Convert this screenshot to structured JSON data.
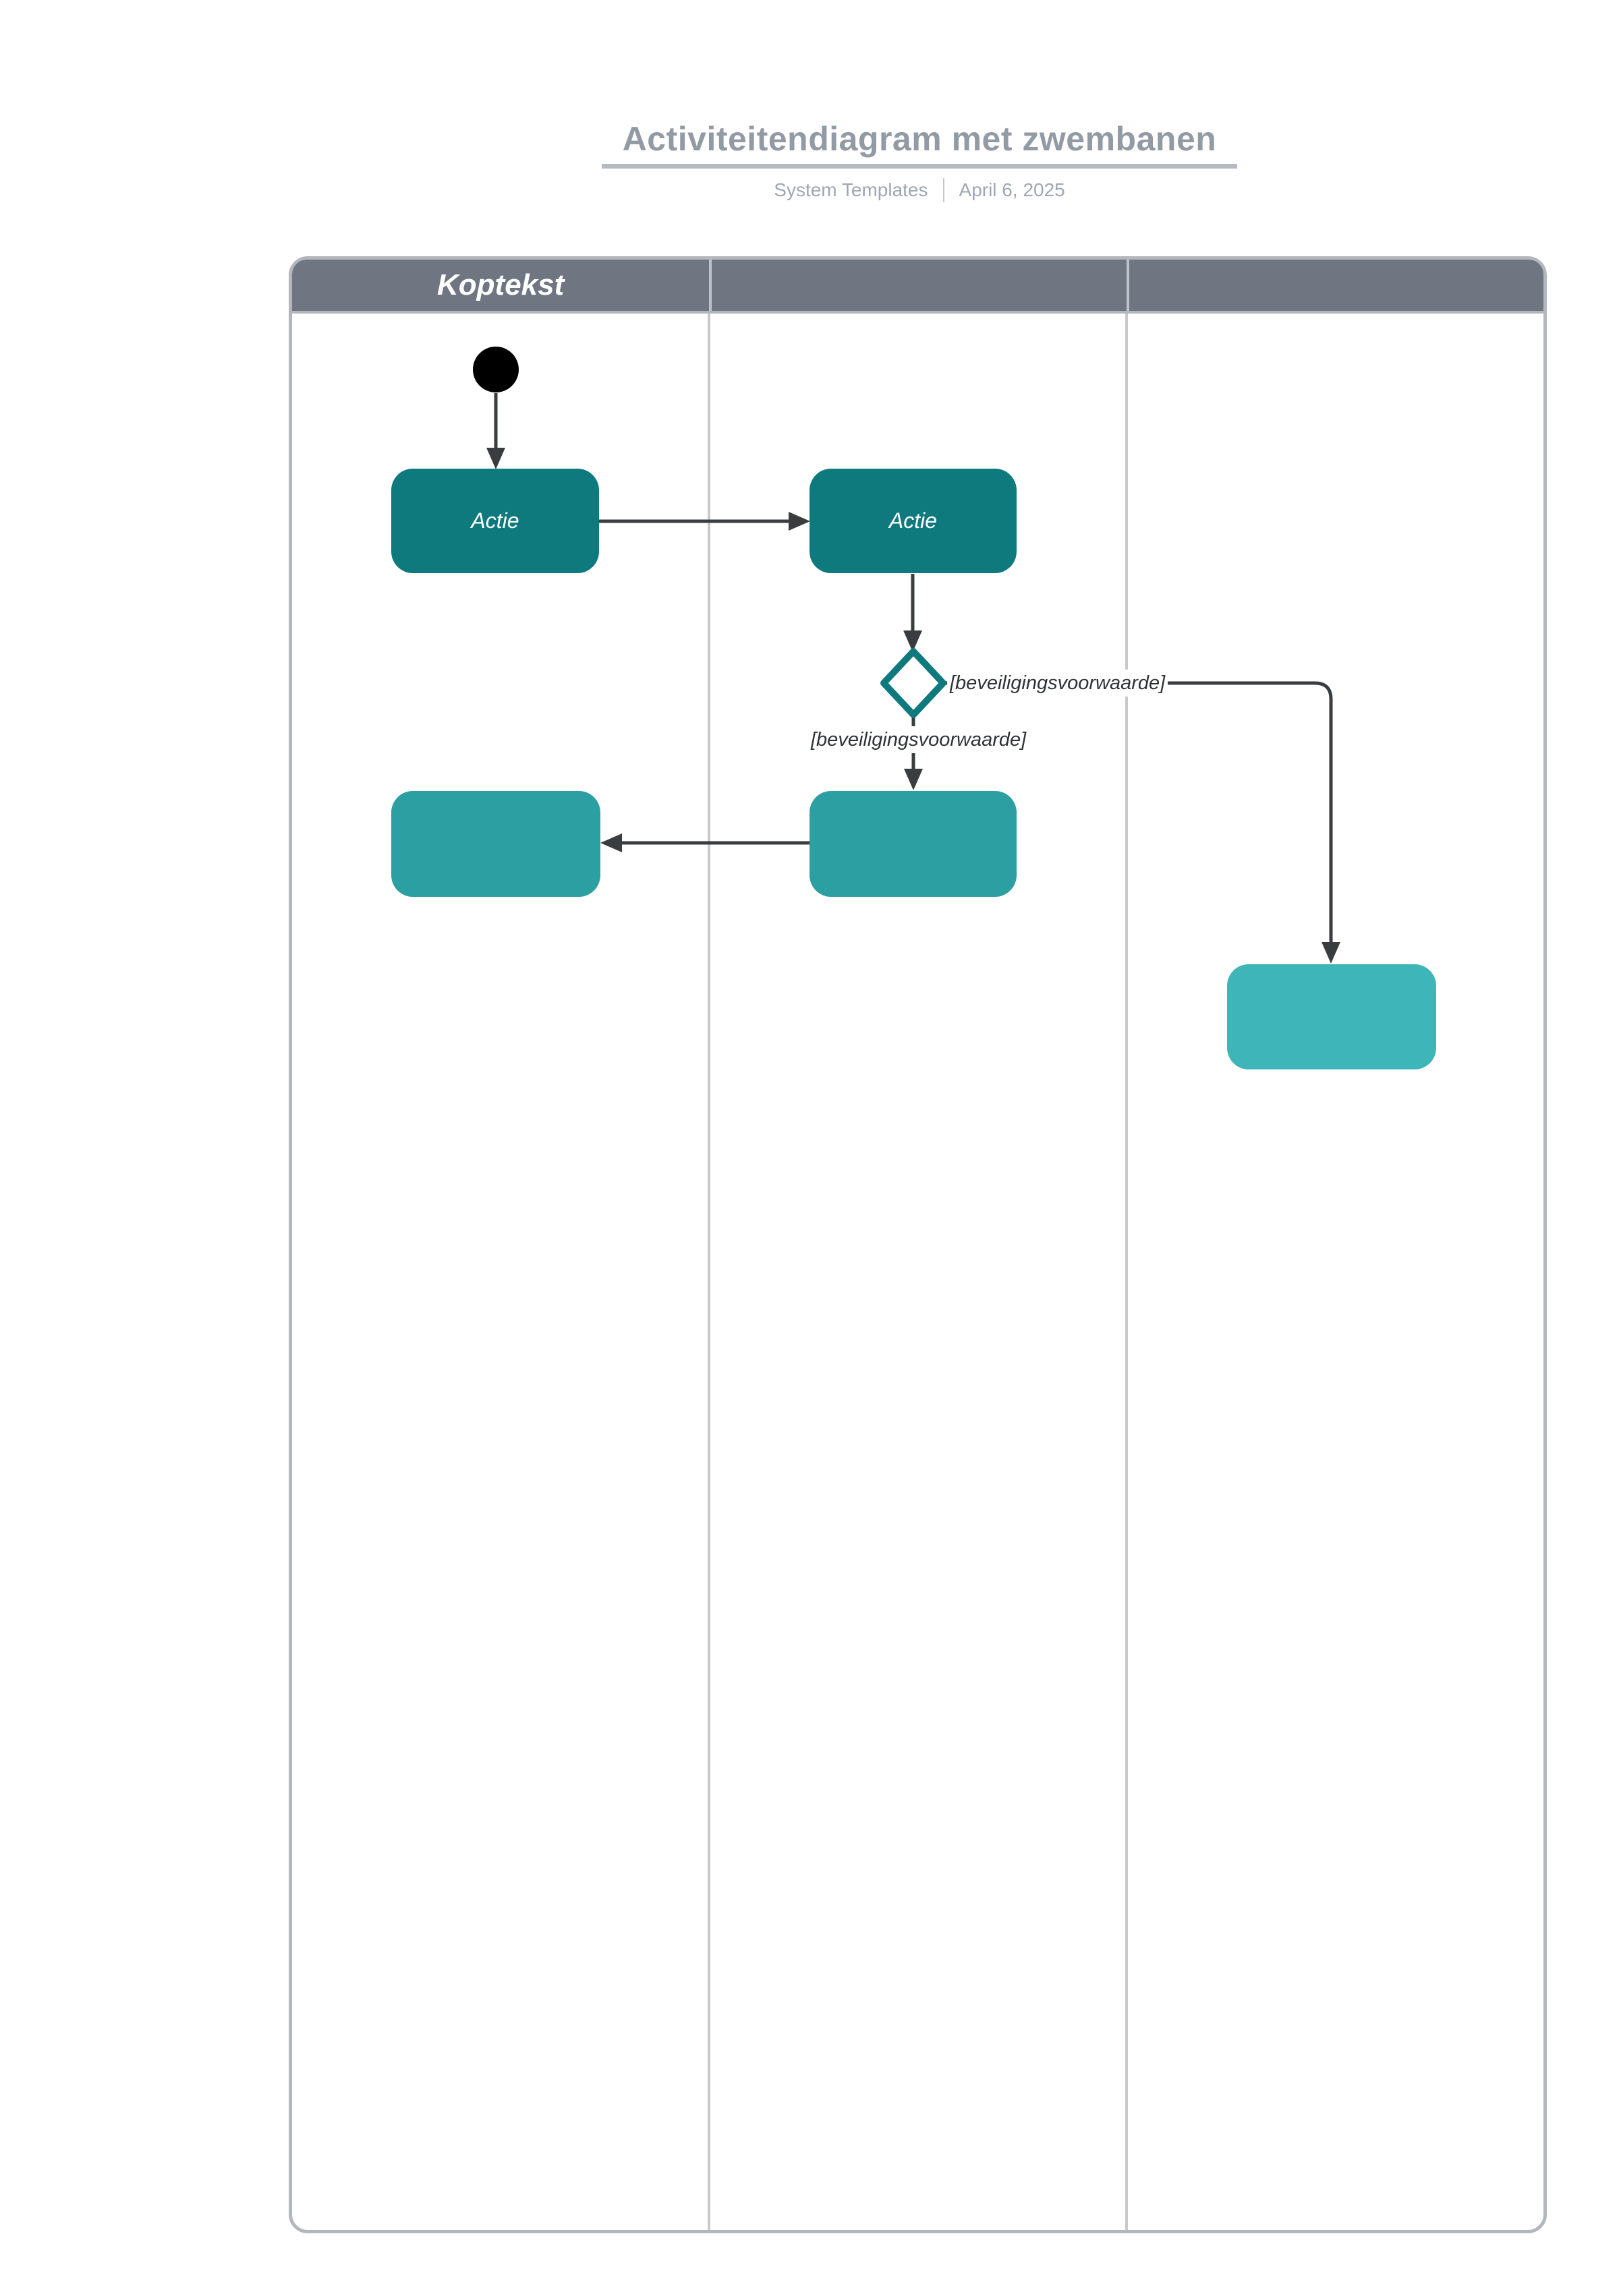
{
  "page": {
    "title": "Activiteitendiagram met zwembanen",
    "subtitle_source": "System Templates",
    "subtitle_date": "April 6, 2025"
  },
  "swimlanes": {
    "header_label": "Koptekst",
    "lane_count": 3
  },
  "diagram": {
    "start_node": "start",
    "actions": [
      {
        "id": "action-1",
        "label": "Actie",
        "lane": 1,
        "variant": "dark"
      },
      {
        "id": "action-2",
        "label": "Actie",
        "lane": 2,
        "variant": "dark"
      },
      {
        "id": "action-3",
        "label": "",
        "lane": 2,
        "variant": "medium"
      },
      {
        "id": "action-4",
        "label": "",
        "lane": 1,
        "variant": "medium"
      },
      {
        "id": "action-5",
        "label": "",
        "lane": 3,
        "variant": "light"
      }
    ],
    "guards": {
      "right": "[beveiligingsvoorwaarde]",
      "down": "[beveiligingsvoorwaarde]"
    }
  },
  "colors": {
    "action-dark": "#0f7a7e",
    "action-medium": "#2b9fa1",
    "action-light": "#3eb5b8",
    "header-fill": "#6f7681",
    "header-text": "#ffffff",
    "header-divider": "#bfc3c8",
    "table-border": "#b3b7bc",
    "lane-divider": "#c7cacd",
    "connector": "#3a3d40",
    "start-node": "#000000",
    "title-text": "#929aa4",
    "title-rule": "#b6bac1",
    "subtitle-text": "#a0a7b0",
    "subtitle-divider": "#c3c8ce",
    "guard-text": "#303335"
  }
}
